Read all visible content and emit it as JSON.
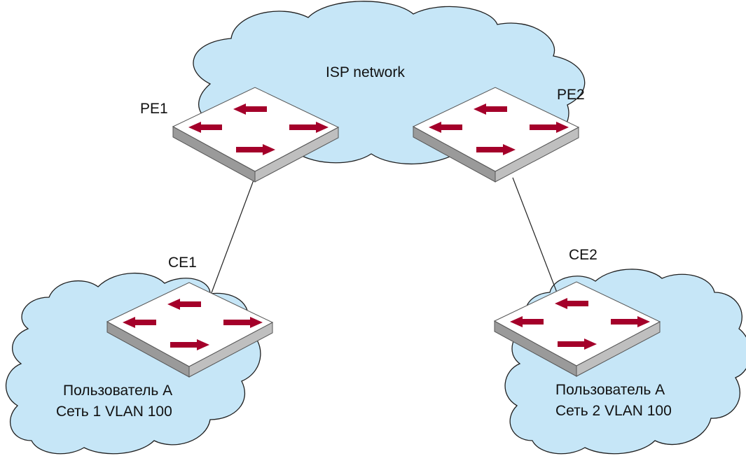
{
  "colors": {
    "cloud_fill": "#c6e6f7",
    "cloud_stroke": "#1f1f1f",
    "switch_top": "#ffffff",
    "switch_side": "#bfbfbf",
    "switch_front": "#9a9a9a",
    "arrow": "#a4002a",
    "link": "#222222"
  },
  "clouds": [
    {
      "id": "isp",
      "label": "ISP network"
    },
    {
      "id": "site1",
      "label_lines": [
        "Пользователь А",
        "Сеть 1 VLAN 100"
      ]
    },
    {
      "id": "site2",
      "label_lines": [
        "Пользователь А",
        "Сеть 2 VLAN 100"
      ]
    }
  ],
  "devices": [
    {
      "id": "pe1",
      "label": "PE1",
      "icon": "switch-icon"
    },
    {
      "id": "pe2",
      "label": "PE2",
      "icon": "switch-icon"
    },
    {
      "id": "ce1",
      "label": "CE1",
      "icon": "switch-icon"
    },
    {
      "id": "ce2",
      "label": "CE2",
      "icon": "switch-icon"
    }
  ],
  "links": [
    {
      "from": "PE1",
      "to": "CE1"
    },
    {
      "from": "PE2",
      "to": "CE2"
    }
  ]
}
